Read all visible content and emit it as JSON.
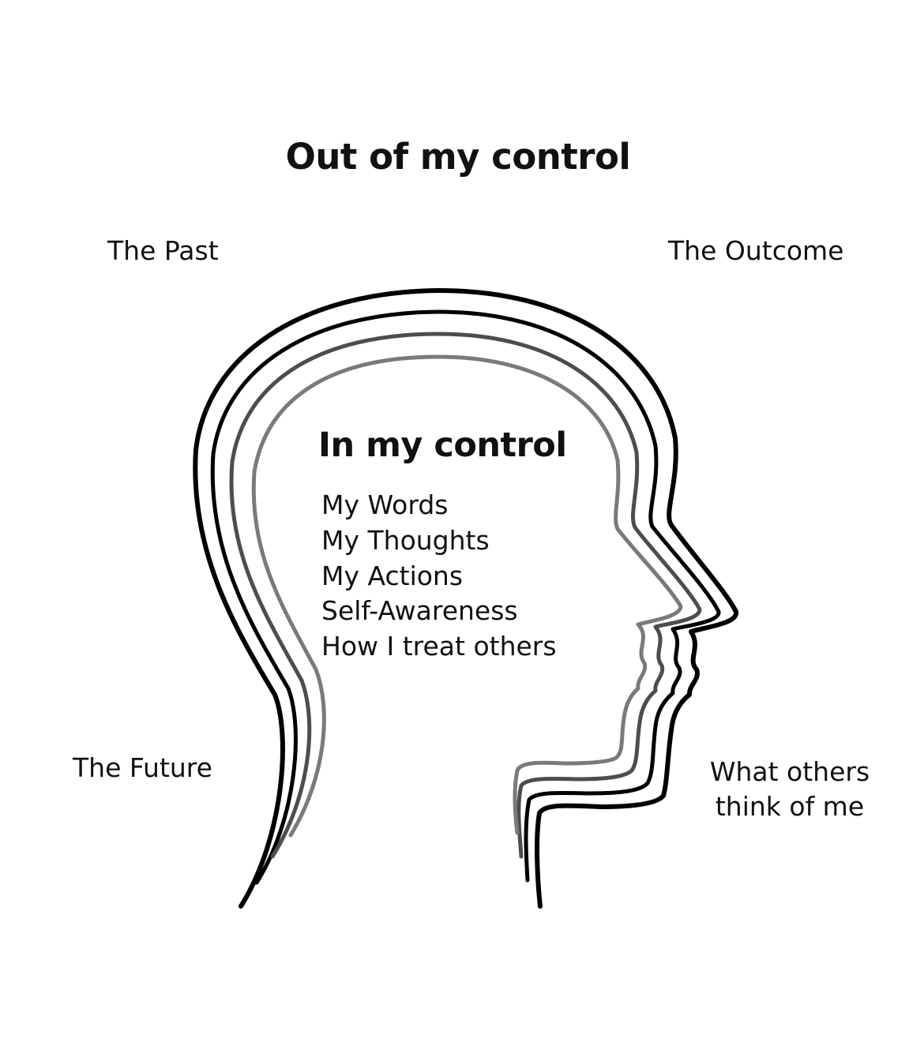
{
  "title": "Out of my control",
  "outer_items": {
    "past": "The Past",
    "outcome": "The Outcome",
    "future": "The Future",
    "others_line1": "What others",
    "others_line2": "think of me"
  },
  "inner": {
    "title": "In my control",
    "items": [
      "My Words",
      "My Thoughts",
      "My Actions",
      "Self-Awareness",
      "How I treat others"
    ]
  },
  "colors": {
    "background": "#ffffff",
    "text": "#111111",
    "outline_outer": "#000000",
    "outline_second": "#000000",
    "outline_third": "#4d4d4d",
    "outline_inner": "#7a7a7a"
  }
}
